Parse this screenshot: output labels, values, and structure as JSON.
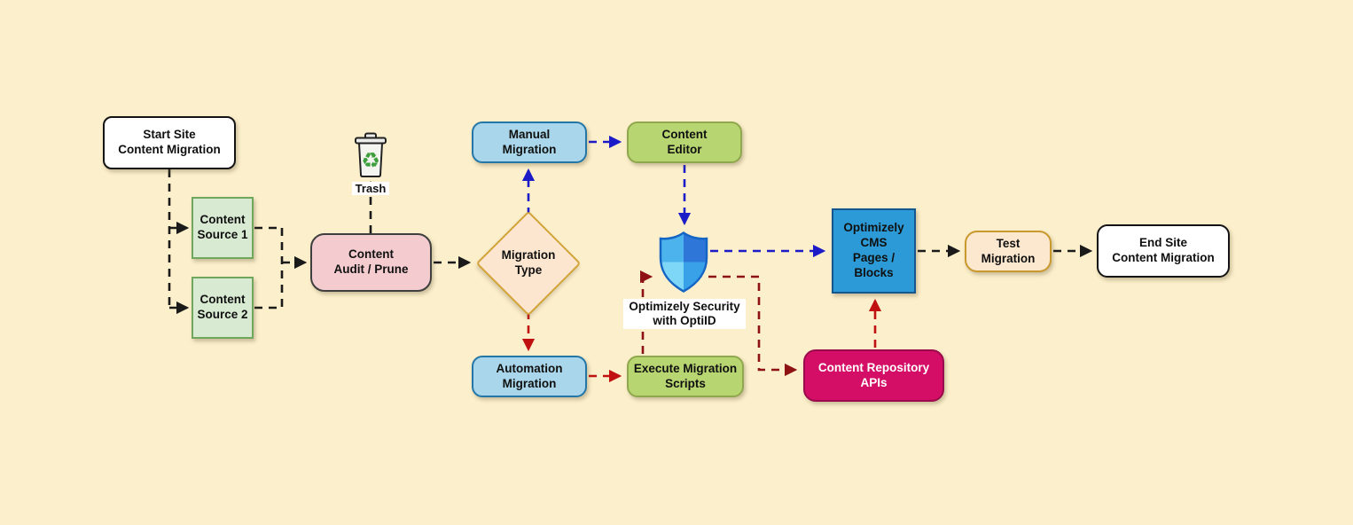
{
  "canvas": {
    "background": "#FCEFCB"
  },
  "nodes": {
    "start": {
      "label": "Start Site\nContent Migration",
      "fill": "#FFFFFF",
      "border": "#141414"
    },
    "source1": {
      "label": "Content\nSource 1",
      "fill": "#D9EAD3",
      "border": "#6FA85C"
    },
    "source2": {
      "label": "Content\nSource 2",
      "fill": "#D9EAD3",
      "border": "#6FA85C"
    },
    "audit": {
      "label": "Content\nAudit / Prune",
      "fill": "#F4CCD0",
      "border": "#3F3F3F"
    },
    "trash": {
      "label": "Trash",
      "icon": "trash-icon",
      "recycle_glyph": "♻"
    },
    "migration_type": {
      "label": "Migration\nType",
      "fill": "#FCE6CF",
      "border": "#D2A43B",
      "shape": "diamond"
    },
    "manual": {
      "label": "Manual\nMigration",
      "fill": "#A9D6EA",
      "border": "#2276A8"
    },
    "editor": {
      "label": "Content\nEditor",
      "fill": "#B7D570",
      "border": "#8FA84E"
    },
    "automation": {
      "label": "Automation\nMigration",
      "fill": "#A9D6EA",
      "border": "#2276A8"
    },
    "execute": {
      "label": "Execute Migration\nScripts",
      "fill": "#B7D570",
      "border": "#8FA84E"
    },
    "security": {
      "label": "Optimizely Security\nwith OptiID",
      "icon": "security-shield-icon",
      "shield_colors": [
        "#4DB3EC",
        "#2E76D8",
        "#7FD7F8",
        "#38A1E8"
      ],
      "shield_outline": "#1565C5"
    },
    "cms": {
      "label": "Optimizely\nCMS\nPages /\nBlocks",
      "fill": "#2B9AD6",
      "border": "#15568F"
    },
    "apis": {
      "label": "Content Repository\nAPIs",
      "fill": "#D40E66",
      "border": "#9B0A4C",
      "text_color": "#FFFFFF"
    },
    "test": {
      "label": "Test\nMigration",
      "fill": "#FCE7CF",
      "border": "#C9992E"
    },
    "end": {
      "label": "End Site\nContent Migration",
      "fill": "#FFFFFF",
      "border": "#141414"
    }
  },
  "line_colors": {
    "black": "#1A1A1A",
    "blue": "#1B1BC8",
    "red": "#C01010",
    "darkred": "#8E1212"
  },
  "edges": [
    {
      "from": "start",
      "to": "source1",
      "style": "black-dashed"
    },
    {
      "from": "start",
      "to": "source2",
      "style": "black-dashed"
    },
    {
      "from": "source1",
      "to": "audit",
      "style": "black-dashed"
    },
    {
      "from": "source2",
      "to": "audit",
      "style": "black-dashed"
    },
    {
      "from": "audit",
      "to": "trash",
      "style": "black-dashed"
    },
    {
      "from": "audit",
      "to": "migration_type",
      "style": "black-dashed"
    },
    {
      "from": "migration_type",
      "to": "manual",
      "style": "blue-dashed"
    },
    {
      "from": "manual",
      "to": "editor",
      "style": "blue-dashed"
    },
    {
      "from": "editor",
      "to": "security",
      "style": "blue-dashed"
    },
    {
      "from": "security",
      "to": "cms",
      "style": "blue-dashed"
    },
    {
      "from": "migration_type",
      "to": "automation",
      "style": "red-dashed"
    },
    {
      "from": "automation",
      "to": "execute",
      "style": "red-dashed"
    },
    {
      "from": "execute",
      "to": "security",
      "style": "darkred-dashed"
    },
    {
      "from": "security",
      "to": "apis",
      "style": "darkred-dashed"
    },
    {
      "from": "apis",
      "to": "cms",
      "style": "red-dashed"
    },
    {
      "from": "cms",
      "to": "test",
      "style": "black-dashed"
    },
    {
      "from": "test",
      "to": "end",
      "style": "black-dashed"
    }
  ]
}
